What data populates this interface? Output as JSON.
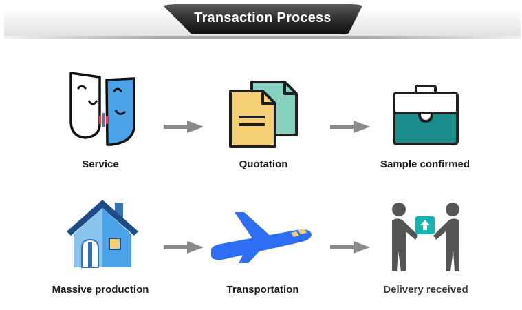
{
  "header": {
    "title": "Transaction Process"
  },
  "steps": [
    {
      "id": "service",
      "label": "Service",
      "icon": "masks-icon"
    },
    {
      "id": "quotation",
      "label": "Quotation",
      "icon": "documents-icon"
    },
    {
      "id": "sample",
      "label": "Sample confirmed",
      "icon": "briefcase-icon"
    },
    {
      "id": "production",
      "label": "Massive production",
      "icon": "house-icon"
    },
    {
      "id": "transport",
      "label": "Transportation",
      "icon": "airplane-icon"
    },
    {
      "id": "delivery",
      "label": "Delivery received",
      "icon": "handover-icon"
    }
  ],
  "colors": {
    "blue": "#4aa3e8",
    "teal": "#1a8c8c",
    "yellow": "#f5cf73",
    "mint": "#86d1bf",
    "plane": "#2e6ef5",
    "arrow": "#8a8a8a",
    "figure": "#555555"
  }
}
